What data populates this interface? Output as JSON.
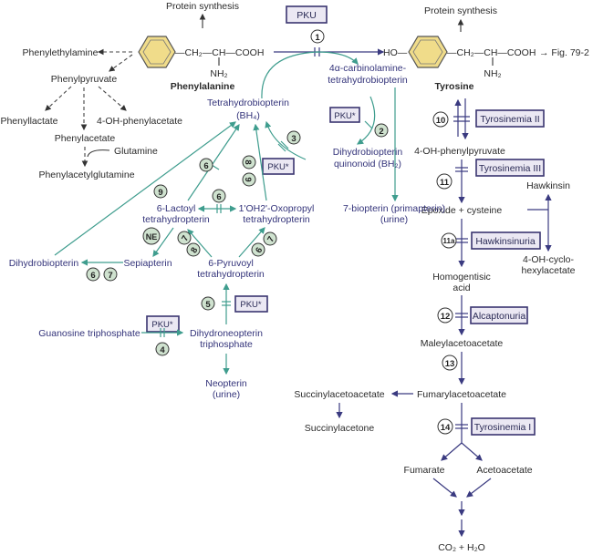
{
  "phe": {
    "protein_synthesis": "Protein synthesis",
    "chain": "—CH₂—CH—COOH",
    "nh2": "NH₂",
    "name": "Phenylalanine",
    "phenylethylamine": "Phenylethylamine",
    "phenylpyruvate": "Phenylpyruvate",
    "phenyllactate": "Phenyllactate",
    "oh_phenylacetate": "4-OH-phenylacetate",
    "phenylacetate": "Phenylacetate",
    "glutamine": "Glutamine",
    "phenylacetylglutamine": "Phenylacetylglutamine"
  },
  "tyr": {
    "protein_synthesis": "Protein synthesis",
    "ho": "HO—",
    "chain": "—CH₂—CH—COOH",
    "nh2": "NH₂",
    "fig_ref": "→ Fig. 79-2",
    "name": "Tyrosine",
    "oh_phenylpyruvate": "4-OH-phenylpyruvate",
    "hawkinsin": "Hawkinsin",
    "epoxide": "Epoxide + cysteine",
    "cyclo1": "4-OH-cyclo-",
    "cyclo2": "hexylacetate",
    "homogentisic1": "Homogentisic",
    "homogentisic2": "acid",
    "maleylacetoacetate": "Maleylacetoacetate",
    "fumarylacetoacetate": "Fumarylacetoacetate",
    "succinylacetoacetate": "Succinylacetoacetate",
    "succinylacetone": "Succinylacetone",
    "fumarate": "Fumarate",
    "acetoacetate": "Acetoacetate",
    "co2": "CO₂ + H₂O"
  },
  "cofactor": {
    "carbinolamine1": "4α-carbinolamine-",
    "carbinolamine2": "tetrahydrobiopterin",
    "bh4_1": "Tetrahydrobiopterin",
    "bh4_2": "(BH₄)",
    "bh2_1": "Dihydrobiopterin",
    "bh2_2": "quinonoid (BH₂)",
    "primapterin1": "7-biopterin (primapterin)",
    "primapterin2": "(urine)",
    "lactoyl1": "6-Lactoyl",
    "lactoyl2": "tetrahydropterin",
    "oxopropyl1": "1'OH2'-Oxopropyl",
    "oxopropyl2": "tetrahydropterin",
    "dihydrobiopterin": "Dihydrobiopterin",
    "sepiapterin": "Sepiapterin",
    "pyruvoyl1": "6-Pyruvoyl",
    "pyruvoyl2": "tetrahydropterin",
    "gtp": "Guanosine triphosphate",
    "dhnp1": "Dihydroneopterin",
    "dhnp2": "triphosphate",
    "neopterin1": "Neopterin",
    "neopterin2": "(urine)"
  },
  "diseases": {
    "pku": "PKU",
    "pku_star": "PKU*",
    "tyr2": "Tyrosinemia II",
    "tyr3": "Tyrosinemia III",
    "hawkinsinuria": "Hawkinsinuria",
    "alcaptonuria": "Alcaptonuria",
    "tyr1": "Tyrosinemia I"
  },
  "enzymes": {
    "e1": "1",
    "e2": "2",
    "e3": "3",
    "e4": "4",
    "e5": "5",
    "e6": "6",
    "e7": "7",
    "e8": "8",
    "e9": "9",
    "ne": "NE",
    "e10": "10",
    "e11": "11",
    "e11a": "11a",
    "e12": "12",
    "e13": "13",
    "e14": "14"
  },
  "colors": {
    "pathway": "#3a3a80",
    "cofactor": "#3f9d8e",
    "ring": "#f0dc8a",
    "disease_box": "#ebe8f3",
    "enzyme_cofactor": "#cfe2cf"
  }
}
